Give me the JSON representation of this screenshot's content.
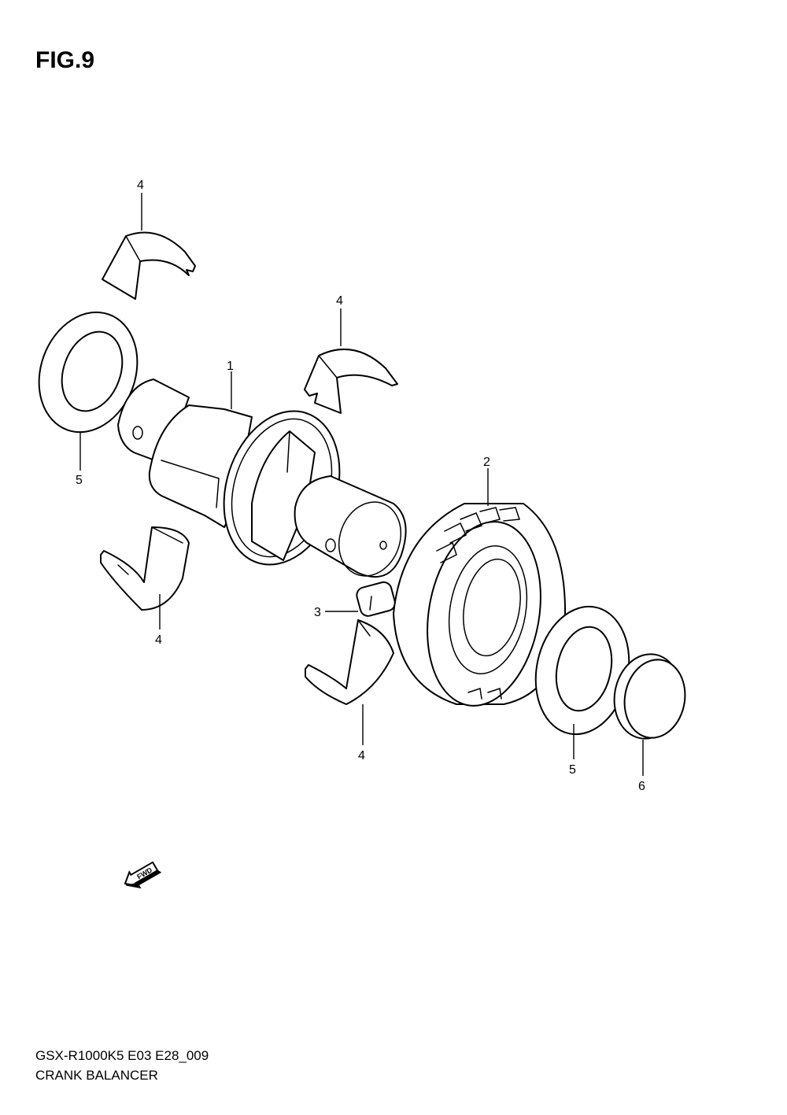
{
  "figure": {
    "title": "FIG.9",
    "code": "GSX-R1000K5 E03 E28_009",
    "name": "CRANK BALANCER"
  },
  "callouts": [
    "4",
    "4",
    "1",
    "5",
    "2",
    "4",
    "3",
    "4",
    "5",
    "6"
  ],
  "fwd_label": "FWD"
}
